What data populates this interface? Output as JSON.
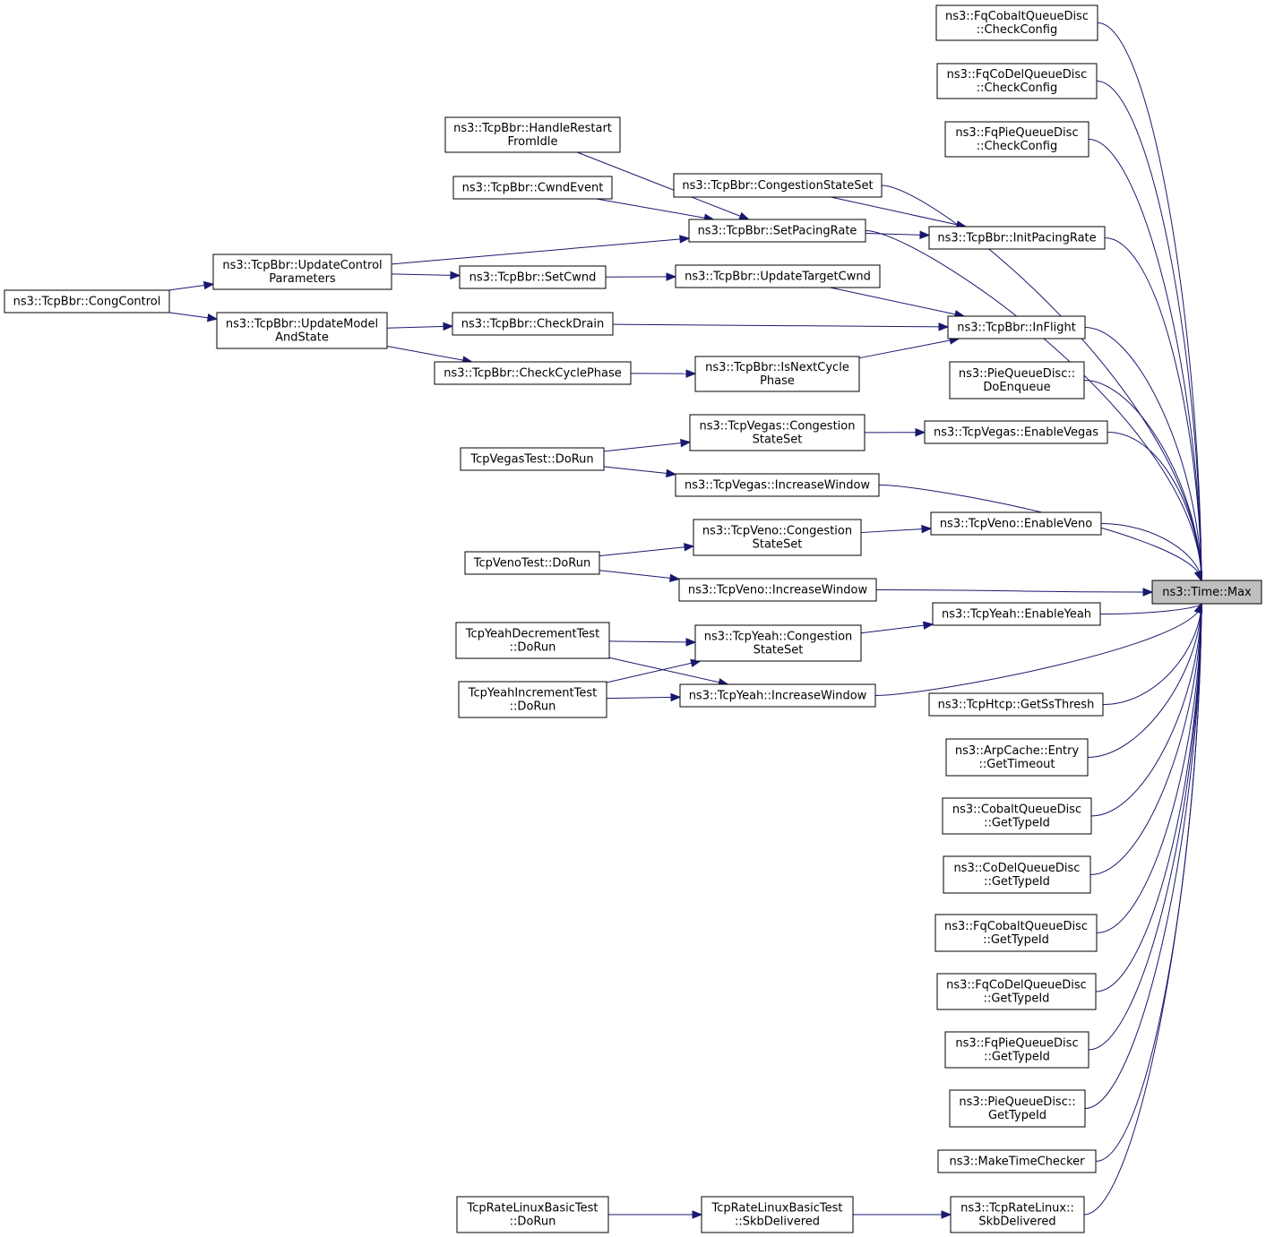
{
  "colors": {
    "edge": "#191970",
    "node_border": "#000000",
    "target_fill": "#bfbfbf",
    "background": "#ffffff"
  },
  "target_id": "max",
  "nodes": [
    {
      "id": "fqcobalt_check",
      "lines": [
        "ns3::FqCobaltQueueDisc",
        "::CheckConfig"
      ]
    },
    {
      "id": "fqcodel_check",
      "lines": [
        "ns3::FqCoDelQueueDisc",
        "::CheckConfig"
      ]
    },
    {
      "id": "fqpie_check",
      "lines": [
        "ns3::FqPieQueueDisc",
        "::CheckConfig"
      ]
    },
    {
      "id": "bbr_handlerestart",
      "lines": [
        "ns3::TcpBbr::HandleRestart",
        "FromIdle"
      ]
    },
    {
      "id": "bbr_cwndevent",
      "lines": [
        "ns3::TcpBbr::CwndEvent"
      ]
    },
    {
      "id": "bbr_congstateset",
      "lines": [
        "ns3::TcpBbr::CongestionStateSet"
      ]
    },
    {
      "id": "bbr_setpacing",
      "lines": [
        "ns3::TcpBbr::SetPacingRate"
      ]
    },
    {
      "id": "bbr_initpacing",
      "lines": [
        "ns3::TcpBbr::InitPacingRate"
      ]
    },
    {
      "id": "bbr_updatecontrol",
      "lines": [
        "ns3::TcpBbr::UpdateControl",
        "Parameters"
      ]
    },
    {
      "id": "bbr_congcontrol",
      "lines": [
        "ns3::TcpBbr::CongControl"
      ]
    },
    {
      "id": "bbr_setcwnd",
      "lines": [
        "ns3::TcpBbr::SetCwnd"
      ]
    },
    {
      "id": "bbr_updatetarget",
      "lines": [
        "ns3::TcpBbr::UpdateTargetCwnd"
      ]
    },
    {
      "id": "bbr_updatemodel",
      "lines": [
        "ns3::TcpBbr::UpdateModel",
        "AndState"
      ]
    },
    {
      "id": "bbr_checkdrain",
      "lines": [
        "ns3::TcpBbr::CheckDrain"
      ]
    },
    {
      "id": "bbr_inflight",
      "lines": [
        "ns3::TcpBbr::InFlight"
      ]
    },
    {
      "id": "bbr_checkcycle",
      "lines": [
        "ns3::TcpBbr::CheckCyclePhase"
      ]
    },
    {
      "id": "bbr_isnextcycle",
      "lines": [
        "ns3::TcpBbr::IsNextCycle",
        "Phase"
      ]
    },
    {
      "id": "pie_doenqueue",
      "lines": [
        "ns3::PieQueueDisc::",
        "DoEnqueue"
      ]
    },
    {
      "id": "vegas_congstate",
      "lines": [
        "ns3::TcpVegas::Congestion",
        "StateSet"
      ]
    },
    {
      "id": "vegas_enable",
      "lines": [
        "ns3::TcpVegas::EnableVegas"
      ]
    },
    {
      "id": "vegastest_dorun",
      "lines": [
        "TcpVegasTest::DoRun"
      ]
    },
    {
      "id": "vegas_increase",
      "lines": [
        "ns3::TcpVegas::IncreaseWindow"
      ]
    },
    {
      "id": "veno_congstate",
      "lines": [
        "ns3::TcpVeno::Congestion",
        "StateSet"
      ]
    },
    {
      "id": "veno_enable",
      "lines": [
        "ns3::TcpVeno::EnableVeno"
      ]
    },
    {
      "id": "venotest_dorun",
      "lines": [
        "TcpVenoTest::DoRun"
      ]
    },
    {
      "id": "veno_increase",
      "lines": [
        "ns3::TcpVeno::IncreaseWindow"
      ]
    },
    {
      "id": "max",
      "lines": [
        "ns3::Time::Max"
      ]
    },
    {
      "id": "yeah_enable",
      "lines": [
        "ns3::TcpYeah::EnableYeah"
      ]
    },
    {
      "id": "yeahdec_dorun",
      "lines": [
        "TcpYeahDecrementTest",
        "::DoRun"
      ]
    },
    {
      "id": "yeah_congstate",
      "lines": [
        "ns3::TcpYeah::Congestion",
        "StateSet"
      ]
    },
    {
      "id": "yeahinc_dorun",
      "lines": [
        "TcpYeahIncrementTest",
        "::DoRun"
      ]
    },
    {
      "id": "yeah_increase",
      "lines": [
        "ns3::TcpYeah::IncreaseWindow"
      ]
    },
    {
      "id": "htcp_getssthresh",
      "lines": [
        "ns3::TcpHtcp::GetSsThresh"
      ]
    },
    {
      "id": "arp_gettimeout",
      "lines": [
        "ns3::ArpCache::Entry",
        "::GetTimeout"
      ]
    },
    {
      "id": "cobalt_gettypeid",
      "lines": [
        "ns3::CobaltQueueDisc",
        "::GetTypeId"
      ]
    },
    {
      "id": "codel_gettypeid",
      "lines": [
        "ns3::CoDelQueueDisc",
        "::GetTypeId"
      ]
    },
    {
      "id": "fqcobalt_gettypeid",
      "lines": [
        "ns3::FqCobaltQueueDisc",
        "::GetTypeId"
      ]
    },
    {
      "id": "fqcodel_gettypeid",
      "lines": [
        "ns3::FqCoDelQueueDisc",
        "::GetTypeId"
      ]
    },
    {
      "id": "fqpie_gettypeid",
      "lines": [
        "ns3::FqPieQueueDisc",
        "::GetTypeId"
      ]
    },
    {
      "id": "pie_gettypeid",
      "lines": [
        "ns3::PieQueueDisc::",
        "GetTypeId"
      ]
    },
    {
      "id": "maketimechecker",
      "lines": [
        "ns3::MakeTimeChecker"
      ]
    },
    {
      "id": "ratetest_dorun",
      "lines": [
        "TcpRateLinuxBasicTest",
        "::DoRun"
      ]
    },
    {
      "id": "ratetest_skb",
      "lines": [
        "TcpRateLinuxBasicTest",
        "::SkbDelivered"
      ]
    },
    {
      "id": "ratelinux_skb",
      "lines": [
        "ns3::TcpRateLinux::",
        "SkbDelivered"
      ]
    }
  ],
  "edges": [
    [
      "fqcobalt_check",
      "max"
    ],
    [
      "fqcodel_check",
      "max"
    ],
    [
      "fqpie_check",
      "max"
    ],
    [
      "bbr_congstateset",
      "max"
    ],
    [
      "bbr_setpacing",
      "max"
    ],
    [
      "bbr_initpacing",
      "max"
    ],
    [
      "bbr_inflight",
      "max"
    ],
    [
      "pie_doenqueue",
      "max"
    ],
    [
      "vegas_enable",
      "max"
    ],
    [
      "vegas_increase",
      "max"
    ],
    [
      "veno_enable",
      "max"
    ],
    [
      "veno_increase",
      "max"
    ],
    [
      "yeah_enable",
      "max"
    ],
    [
      "yeah_increase",
      "max"
    ],
    [
      "htcp_getssthresh",
      "max"
    ],
    [
      "arp_gettimeout",
      "max"
    ],
    [
      "cobalt_gettypeid",
      "max"
    ],
    [
      "codel_gettypeid",
      "max"
    ],
    [
      "fqcobalt_gettypeid",
      "max"
    ],
    [
      "fqcodel_gettypeid",
      "max"
    ],
    [
      "fqpie_gettypeid",
      "max"
    ],
    [
      "pie_gettypeid",
      "max"
    ],
    [
      "maketimechecker",
      "max"
    ],
    [
      "ratelinux_skb",
      "max"
    ],
    [
      "bbr_handlerestart",
      "bbr_setpacing"
    ],
    [
      "bbr_cwndevent",
      "bbr_setpacing"
    ],
    [
      "bbr_updatecontrol",
      "bbr_setpacing"
    ],
    [
      "bbr_setpacing",
      "bbr_initpacing"
    ],
    [
      "bbr_congstateset",
      "bbr_initpacing"
    ],
    [
      "bbr_congcontrol",
      "bbr_updatecontrol"
    ],
    [
      "bbr_congcontrol",
      "bbr_updatemodel"
    ],
    [
      "bbr_updatecontrol",
      "bbr_setcwnd"
    ],
    [
      "bbr_setcwnd",
      "bbr_updatetarget"
    ],
    [
      "bbr_updatetarget",
      "bbr_inflight"
    ],
    [
      "bbr_updatemodel",
      "bbr_checkdrain"
    ],
    [
      "bbr_updatemodel",
      "bbr_checkcycle"
    ],
    [
      "bbr_checkdrain",
      "bbr_inflight"
    ],
    [
      "bbr_checkcycle",
      "bbr_isnextcycle"
    ],
    [
      "bbr_isnextcycle",
      "bbr_inflight"
    ],
    [
      "vegastest_dorun",
      "vegas_congstate"
    ],
    [
      "vegastest_dorun",
      "vegas_increase"
    ],
    [
      "vegas_congstate",
      "vegas_enable"
    ],
    [
      "venotest_dorun",
      "veno_congstate"
    ],
    [
      "venotest_dorun",
      "veno_increase"
    ],
    [
      "veno_congstate",
      "veno_enable"
    ],
    [
      "yeahdec_dorun",
      "yeah_congstate"
    ],
    [
      "yeahdec_dorun",
      "yeah_increase"
    ],
    [
      "yeahinc_dorun",
      "yeah_congstate"
    ],
    [
      "yeahinc_dorun",
      "yeah_increase"
    ],
    [
      "yeah_congstate",
      "yeah_enable"
    ],
    [
      "ratetest_dorun",
      "ratetest_skb"
    ],
    [
      "ratetest_skb",
      "ratelinux_skb"
    ]
  ]
}
